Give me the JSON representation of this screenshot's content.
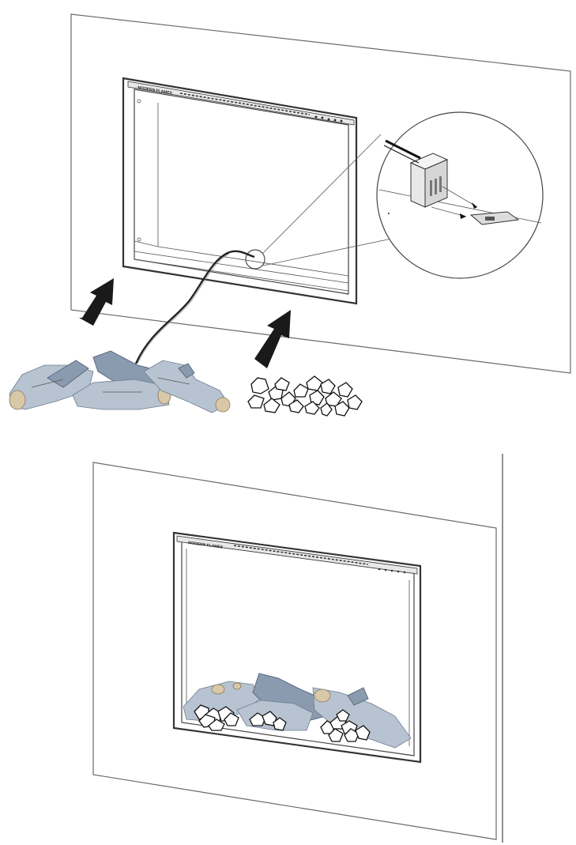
{
  "figure": {
    "steps": [
      {
        "id": "step-1",
        "content": "logs-and-embers-placement"
      },
      {
        "id": "step-2",
        "content": "installed-result"
      }
    ],
    "insert_brand_text": "MODERN FLAMES",
    "colors": {
      "outline": "#4a4a4a",
      "arrow": "#1a1a1a",
      "log_fill": "#8a9bb0",
      "log_end": "#d8c8a8",
      "ember_fill": "#ffffff"
    },
    "icons": [
      "wall-panel",
      "fireplace-insert",
      "detail-callout",
      "log-set",
      "ember-media",
      "placement-arrow",
      "power-cord"
    ]
  }
}
